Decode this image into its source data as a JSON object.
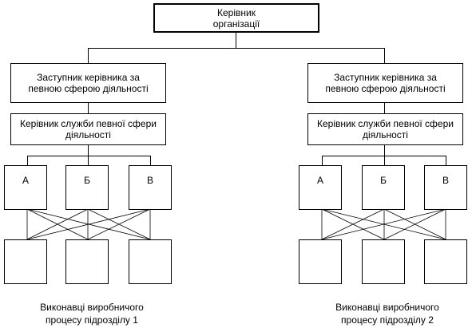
{
  "top": {
    "label": "Керівник\nорганізації"
  },
  "left": {
    "deputy": "Заступник керівника за\nпевною сферою діяльності",
    "service": "Керівник служби певної сфери\nдіяльності",
    "units": [
      "А",
      "Б",
      "В"
    ],
    "caption": "Виконавці виробничого\nпроцесу підрозділу 1"
  },
  "right": {
    "deputy": "Заступник керівника за\nпевною сферою діяльності",
    "service": "Керівник служби певної сфери\nдіяльності",
    "units": [
      "А",
      "Б",
      "В"
    ],
    "caption": "Виконавці виробничого\nпроцесу підрозділу 2"
  }
}
